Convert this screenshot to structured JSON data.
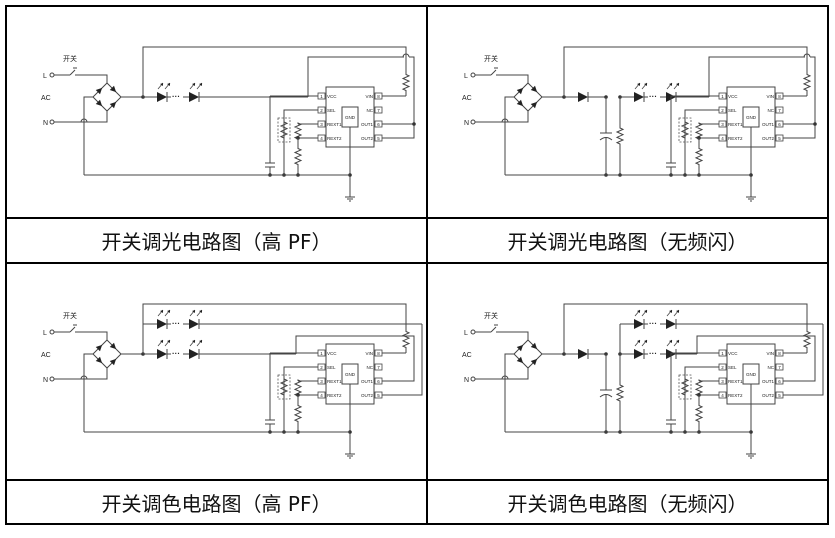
{
  "panels": [
    {
      "id": "switch-dimming-high-pf",
      "caption": "开关调光电路图（高 PF）",
      "switch_label": "开关",
      "labels": {
        "L": "L",
        "AC": "AC",
        "N": "N"
      },
      "variant": "dimming",
      "has_filter_cap": false
    },
    {
      "id": "switch-dimming-no-flicker",
      "caption": "开关调光电路图（无频闪）",
      "switch_label": "开关",
      "labels": {
        "L": "L",
        "AC": "AC",
        "N": "N"
      },
      "variant": "dimming",
      "has_filter_cap": true
    },
    {
      "id": "switch-color-high-pf",
      "caption": "开关调色电路图（高 PF）",
      "switch_label": "开关",
      "labels": {
        "L": "L",
        "AC": "AC",
        "N": "N"
      },
      "variant": "color",
      "has_filter_cap": false
    },
    {
      "id": "switch-color-no-flicker",
      "caption": "开关调色电路图（无频闪）",
      "switch_label": "开关",
      "labels": {
        "L": "L",
        "AC": "AC",
        "N": "N"
      },
      "variant": "color",
      "has_filter_cap": true
    }
  ],
  "ic": {
    "center_label": "GND",
    "left_pins": [
      {
        "num": "1",
        "name": "VCC"
      },
      {
        "num": "2",
        "name": "SEL"
      },
      {
        "num": "3",
        "name": "REXT1"
      },
      {
        "num": "4",
        "name": "REXT2"
      }
    ],
    "right_pins": [
      {
        "num": "8",
        "name": "VIN"
      },
      {
        "num": "7",
        "name": "NC"
      },
      {
        "num": "6",
        "name": "OUT1"
      },
      {
        "num": "5",
        "name": "OUT2"
      }
    ]
  }
}
